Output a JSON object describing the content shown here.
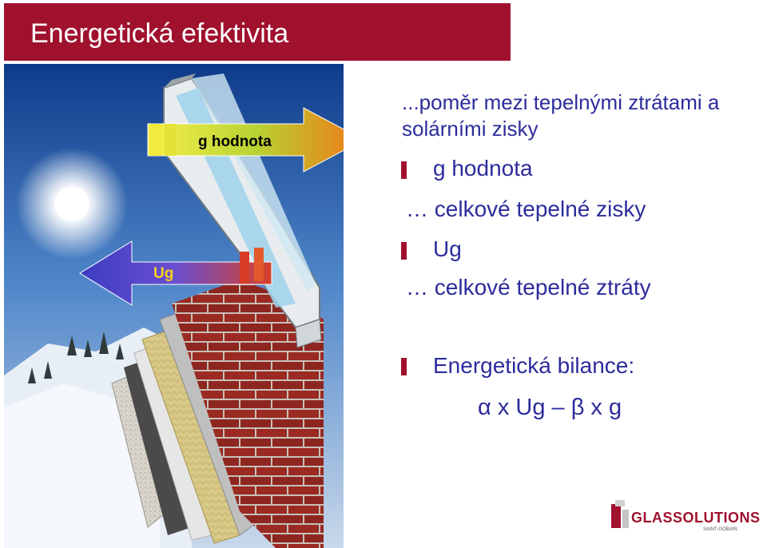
{
  "slide": {
    "title": "Energetická efektivita",
    "intro": "...poměr mezi tepelnými ztrátami a solárními zisky",
    "items": [
      {
        "text": "g hodnota"
      },
      {
        "text": "… celkové tepelné zisky"
      },
      {
        "text": "Ug"
      },
      {
        "text": "… celkové tepelné ztráty"
      }
    ],
    "balance_label": "Energetická bilance:",
    "formula": "α x Ug – β x g"
  },
  "illustration": {
    "g_arrow_label": "g hodnota",
    "ug_arrow_label": "Ug"
  },
  "logo": {
    "name": "GLASSOLUTIONS",
    "sub": "SAINT-GOBAIN"
  },
  "colors": {
    "title_bar": "#a0112e",
    "text": "#2c2c9c",
    "bullet": "#a0112e"
  }
}
